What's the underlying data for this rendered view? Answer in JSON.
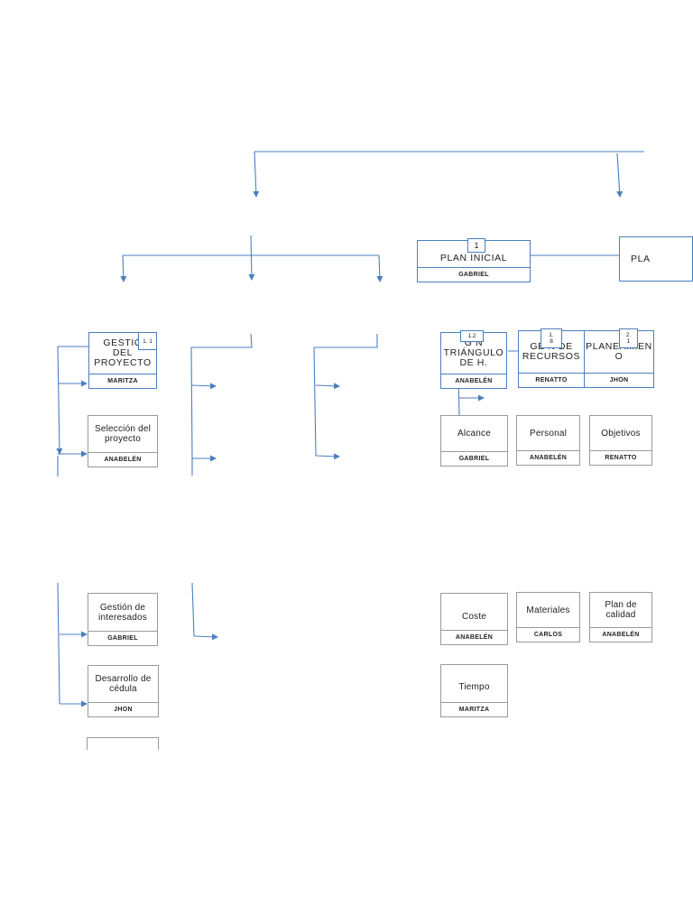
{
  "nodes": {
    "plan_inicial": {
      "title": "PLAN INICIAL",
      "owner": "GABRIEL",
      "code": "1"
    },
    "plan_cut": {
      "title": "PLA"
    },
    "gestion_proyecto": {
      "title": "GESTIÓ DEL PROYECTO",
      "owner": "MARITZA",
      "code": "1. 1"
    },
    "gestion_triangulo": {
      "title": "G        N TRIÁNGULO DE H.",
      "owner": "ANABELÉN",
      "code": "1.2"
    },
    "gestion_recursos": {
      "title": "GE        N DE RECURSOS",
      "owner": "RENATTO",
      "code": "1. 8"
    },
    "planeamiento": {
      "title": "PLANEAMIEN O",
      "owner": "JHON",
      "code": "2. 1"
    },
    "seleccion": {
      "title": "Selección del proyecto",
      "owner": "ANABELÉN"
    },
    "alcance": {
      "title": "Alcance",
      "owner": "GABRIEL"
    },
    "personal": {
      "title": "Personal",
      "owner": "ANABELÉN"
    },
    "objetivos": {
      "title": "Objetivos",
      "owner": "RENATTO"
    },
    "interesados": {
      "title": "Gestión de interesados",
      "owner": "GABRIEL"
    },
    "coste": {
      "title": "Coste",
      "owner": "ANABELÉN"
    },
    "materiales": {
      "title": "Materiales",
      "owner": "CARLOS"
    },
    "calidad": {
      "title": "Plan de calidad",
      "owner": "ANABELÉN"
    },
    "cedula": {
      "title": "Desarrollo de cédula",
      "owner": "JHON"
    },
    "tiempo": {
      "title": "Tiempo",
      "owner": "MARITZA"
    }
  },
  "colors": {
    "line": "#4a7fc1",
    "box_border": "#9a9a9a"
  }
}
